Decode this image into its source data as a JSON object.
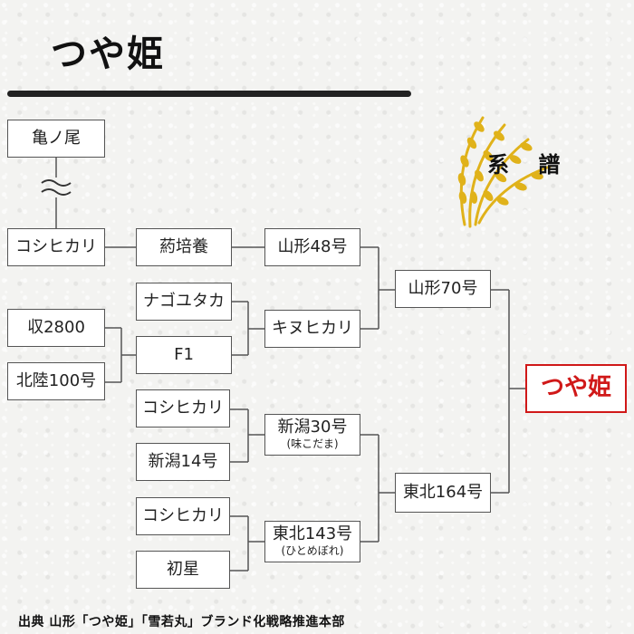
{
  "title": "つや姫",
  "keifu_label": "系 譜",
  "approx_symbol": "≈",
  "nodes": {
    "kamenoo": {
      "label": "亀ノ尾"
    },
    "koshihikari_1": {
      "label": "コシヒカリ"
    },
    "yakubaiyo": {
      "label": "葯培養"
    },
    "yamagata48": {
      "label": "山形48号"
    },
    "shu2800": {
      "label": "収2800"
    },
    "hokuriku100": {
      "label": "北陸100号"
    },
    "nagoyutaka": {
      "label": "ナゴユタカ"
    },
    "f1": {
      "label": "F1"
    },
    "kinuhikari": {
      "label": "キヌヒカリ"
    },
    "yamagata70": {
      "label": "山形70号"
    },
    "koshihikari_2": {
      "label": "コシヒカリ"
    },
    "niigata14": {
      "label": "新潟14号"
    },
    "niigata30": {
      "label": "新潟30号",
      "sub": "(味こだま)"
    },
    "koshihikari_3": {
      "label": "コシヒカリ"
    },
    "hatsuboshi": {
      "label": "初星"
    },
    "tohoku143": {
      "label": "東北143号",
      "sub": "(ひとめぼれ)"
    },
    "tohoku164": {
      "label": "東北164号"
    },
    "tsuyahime": {
      "label": "つや姫"
    }
  },
  "source": "出典  山形「つや姫」「雪若丸」ブランド化戦略推進本部",
  "colors": {
    "target": "#d01818",
    "line": "#555555",
    "rice": "#e0b21a"
  }
}
